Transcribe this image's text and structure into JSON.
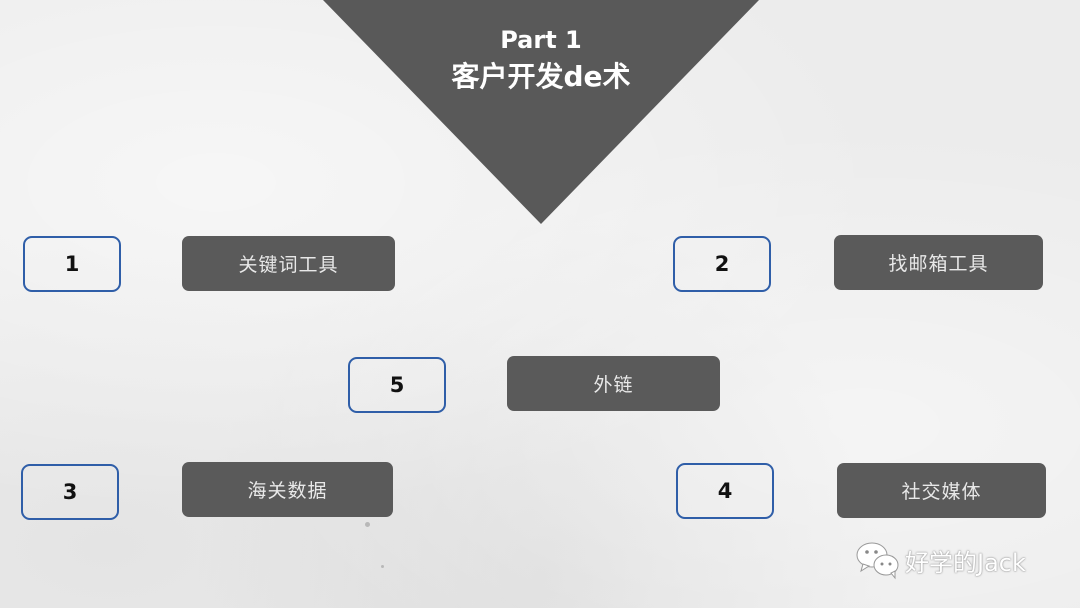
{
  "header": {
    "part_label": "Part 1",
    "title": "客户开发de术"
  },
  "items": [
    {
      "number": "1",
      "label": "关键词工具"
    },
    {
      "number": "2",
      "label": "找邮箱工具"
    },
    {
      "number": "3",
      "label": "海关数据"
    },
    {
      "number": "4",
      "label": "社交媒体"
    },
    {
      "number": "5",
      "label": "外链"
    }
  ],
  "watermark": {
    "icon": "wechat-icon",
    "text": "好学的Jack"
  },
  "colors": {
    "triangle": "#595959",
    "number_border": "#2f5ea8",
    "label_bg": "#5a5a5a",
    "background": "#ececec"
  }
}
